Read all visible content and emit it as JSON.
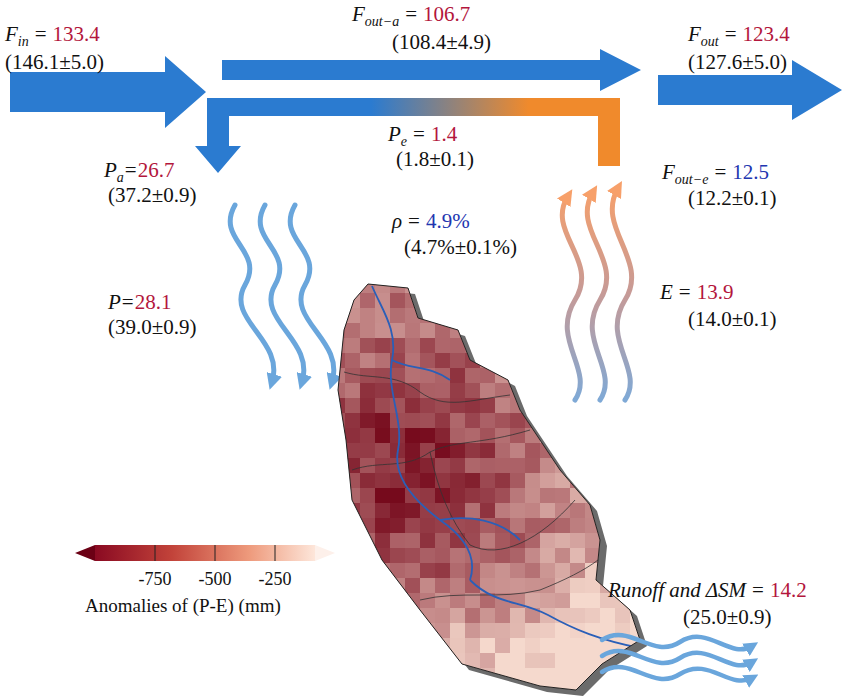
{
  "diagram": {
    "labels": [
      "F",
      "in",
      "=",
      "133.4",
      "(146.1±5.0)",
      "F",
      "out−a",
      "=",
      "106.7",
      "(108.4±4.9)",
      "F",
      "out",
      "=",
      "123.4",
      "(127.6±5.0)",
      "P",
      "e",
      "=",
      "1.4",
      "(1.8±0.1)",
      "P",
      "a",
      "=",
      "26.7",
      "(37.2±0.9)",
      "F",
      "out−e",
      "=",
      "12.5",
      "(12.2±0.1)",
      "ρ",
      "=",
      "4.9%",
      "(4.7%±0.1%)",
      "P",
      "=",
      "28.1",
      "(39.0±0.9)",
      "E",
      "=",
      "13.9",
      "(14.0±0.1)",
      "Runoff and",
      "ΔSM",
      "=",
      "14.2",
      "(25.0±0.9)",
      "-750",
      "-500",
      "-250",
      "Anomalies of (P-E) (mm)"
    ]
  }
}
